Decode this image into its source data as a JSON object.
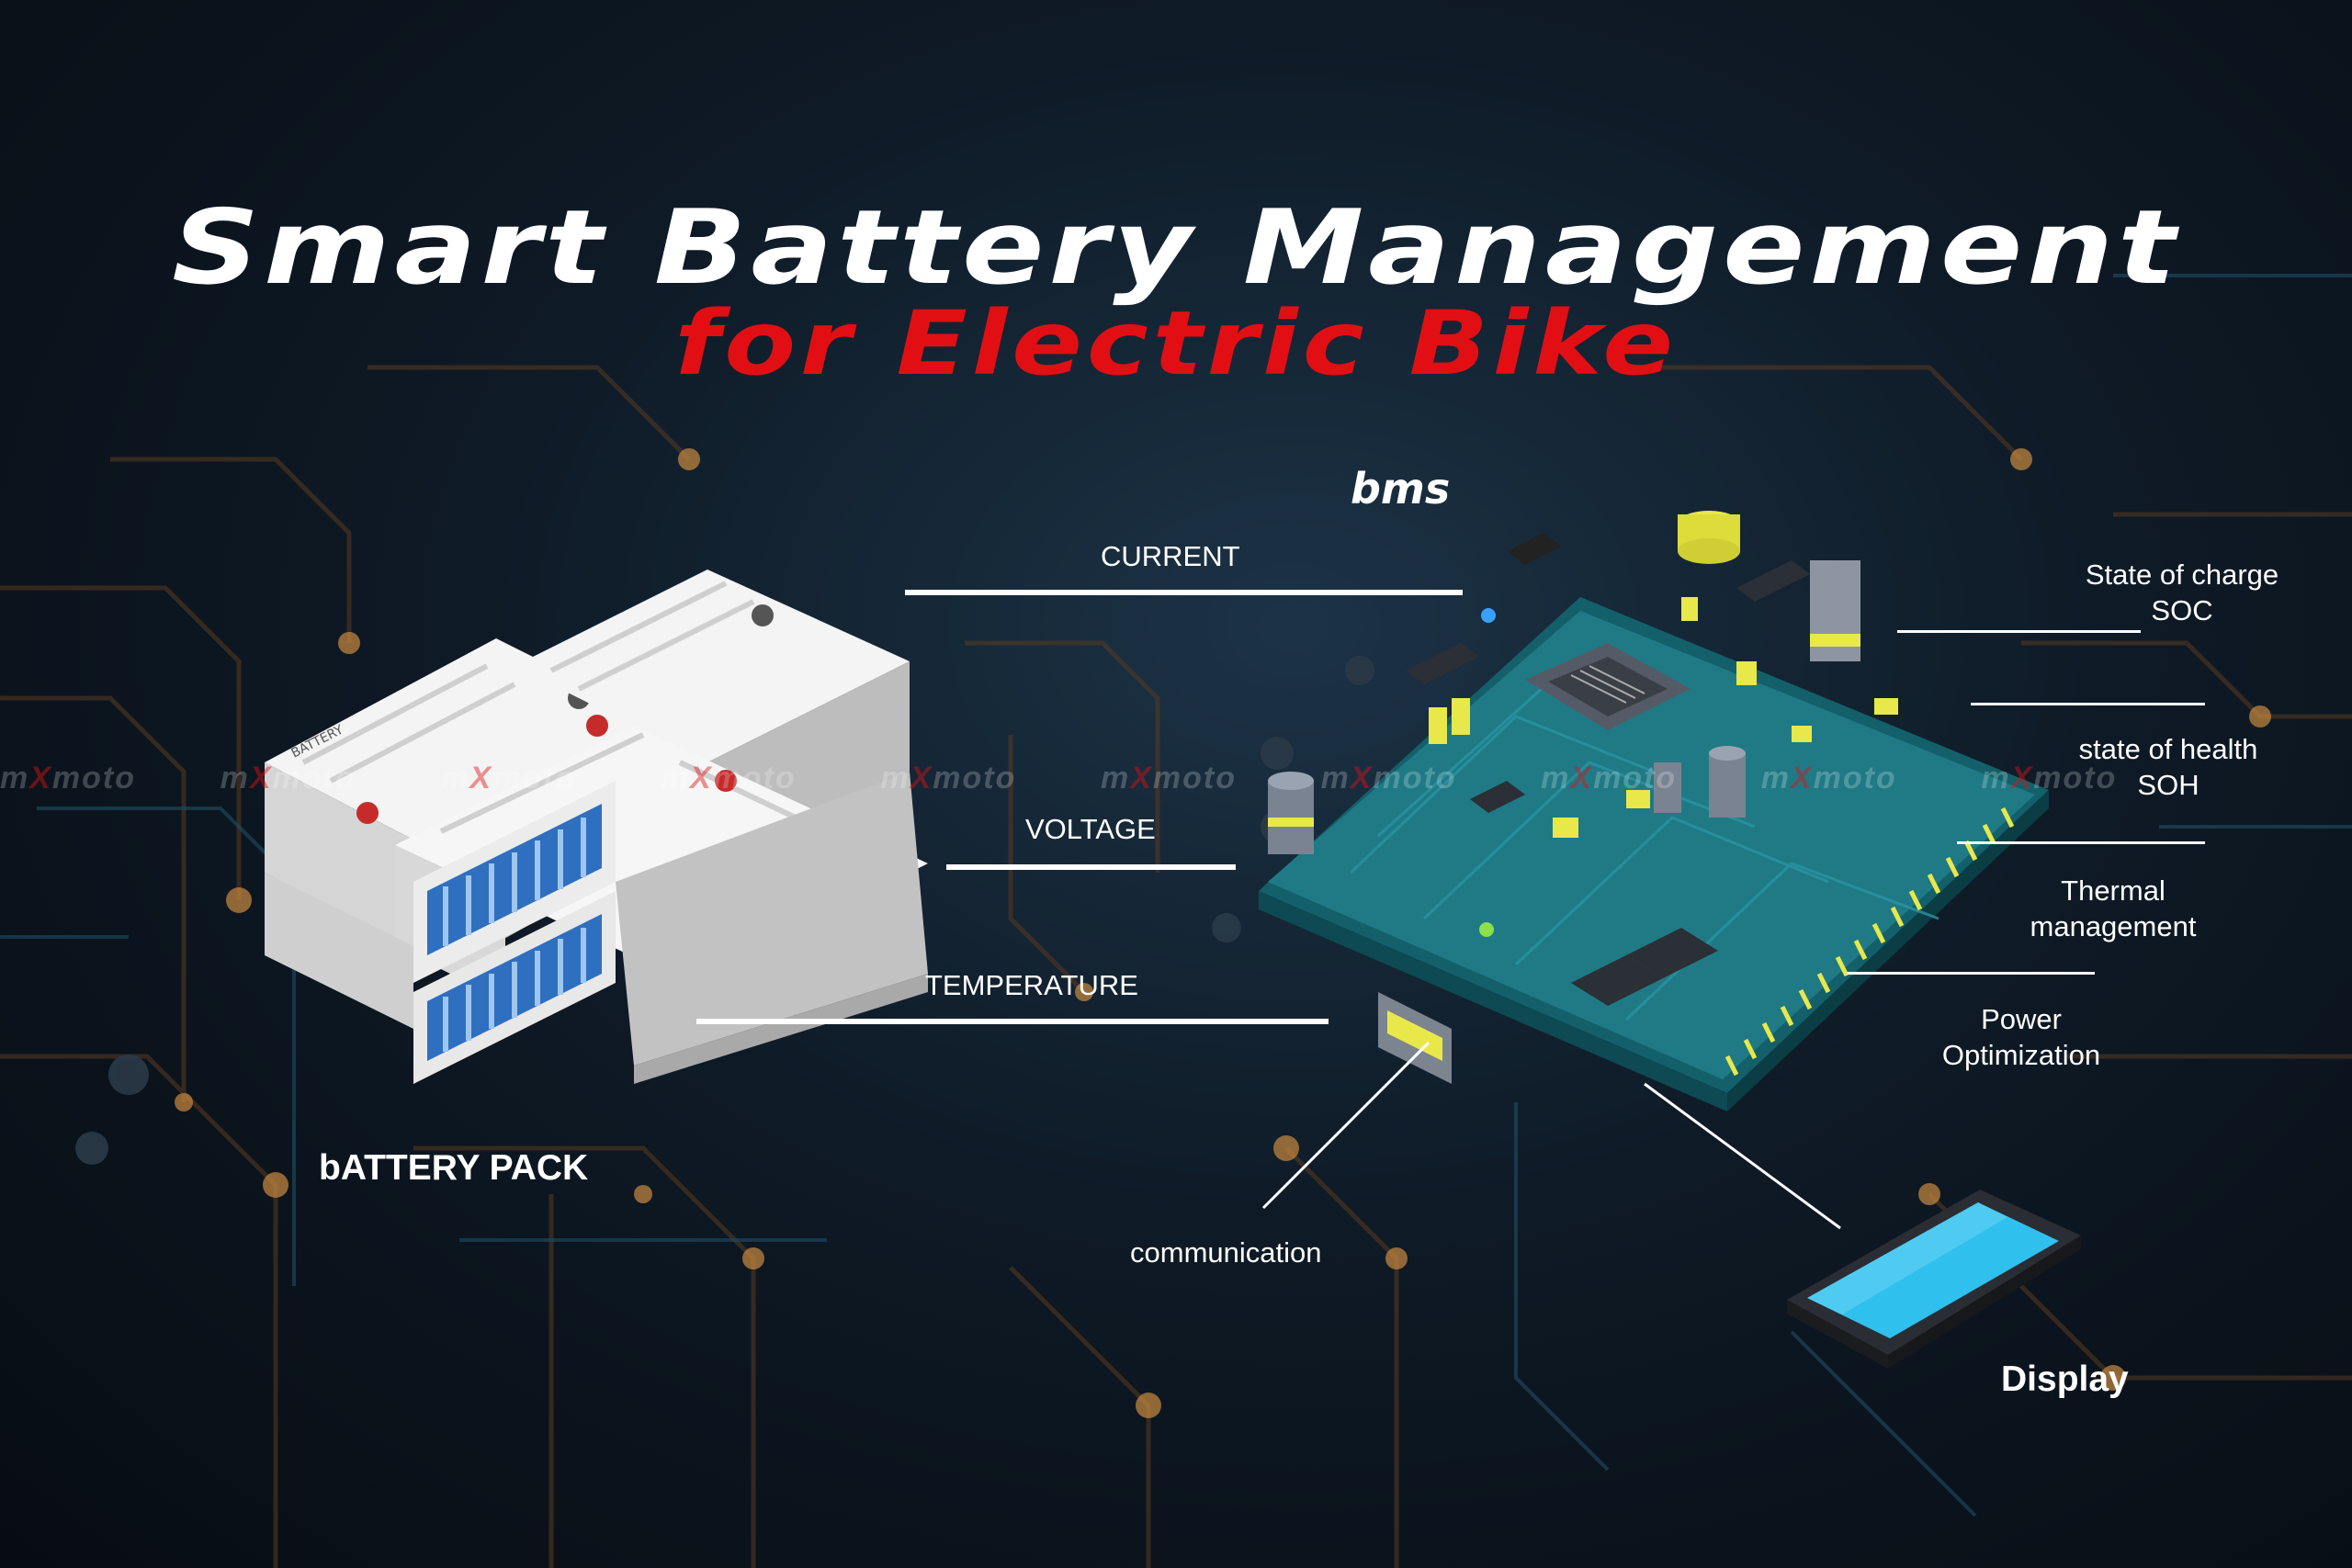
{
  "title": {
    "line1": "Smart Battery Management",
    "line2": "for Electric Bike"
  },
  "bms_label": "bms",
  "battery_pack_label": "bATTERY PACK",
  "battery_text": "BATTERY",
  "inputs": {
    "current": "CURRENT",
    "voltage": "VOLTAGE",
    "temperature": "TEMPERATURE"
  },
  "functions": {
    "soc_line1": "State of charge",
    "soc_line2": "SOC",
    "soh_line1": "state of health",
    "soh_line2": "SOH",
    "thermal_line1": "Thermal",
    "thermal_line2": "management",
    "power_line1": "Power",
    "power_line2": "Optimization"
  },
  "communication": "communication",
  "display": "Display",
  "watermark": {
    "prefix": "m",
    "x": "X",
    "suffix": "moto"
  },
  "colors": {
    "accent_red": "#e10f14",
    "pcb_teal": "#1f7a86",
    "chip_yellow": "#e8e84a",
    "screen_blue": "#2fc0ee"
  }
}
